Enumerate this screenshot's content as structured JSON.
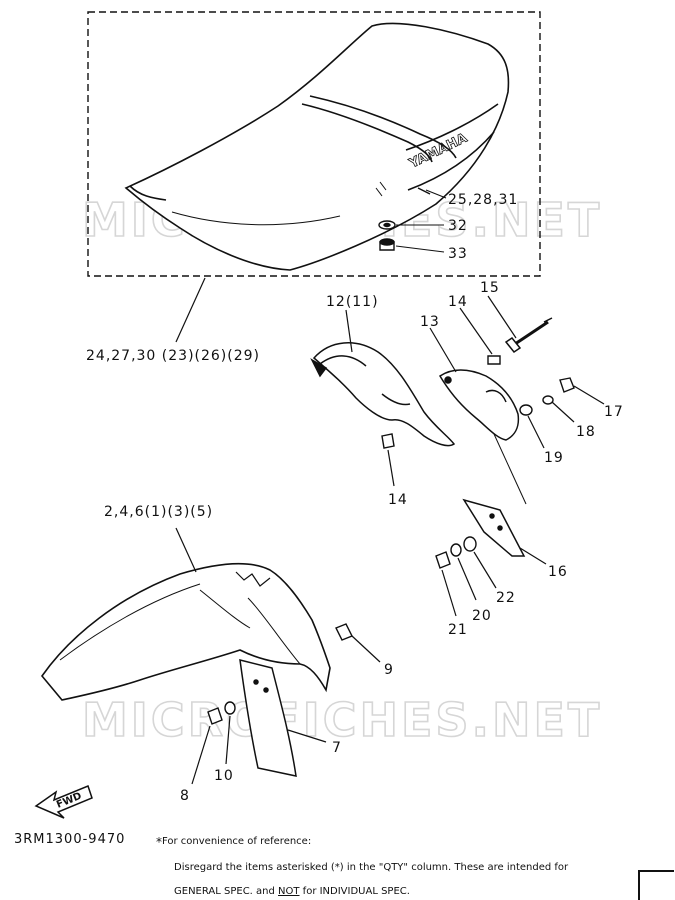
{
  "brand_on_seat": "YAMAHA",
  "watermark": "MICROFICHES.NET",
  "fwd_arrow": "FWD",
  "callouts": {
    "seat": "24,27,30 (23)(26)(29)",
    "c25": "25,28,31",
    "c32": "32",
    "c33": "33",
    "c12": "12(11)",
    "c13": "13",
    "c14a": "14",
    "c14b": "14",
    "c15": "15",
    "c16": "16",
    "c17": "17",
    "c18": "18",
    "c19": "19",
    "c20": "20",
    "c21": "21",
    "c22": "22",
    "fender": "2,4,6(1)(3)(5)",
    "c7": "7",
    "c8": "8",
    "c9": "9",
    "c10": "10"
  },
  "footer": {
    "code": "3RM1300-9470",
    "star": "*",
    "note1": "For convenience of reference:",
    "note2": "Disregard the items asterisked (*) in the \"QTY\" column.  These are intended for",
    "note3_a": "GENERAL SPEC. and ",
    "note3_not": "NOT",
    "note3_b": " for INDIVIDUAL SPEC."
  }
}
